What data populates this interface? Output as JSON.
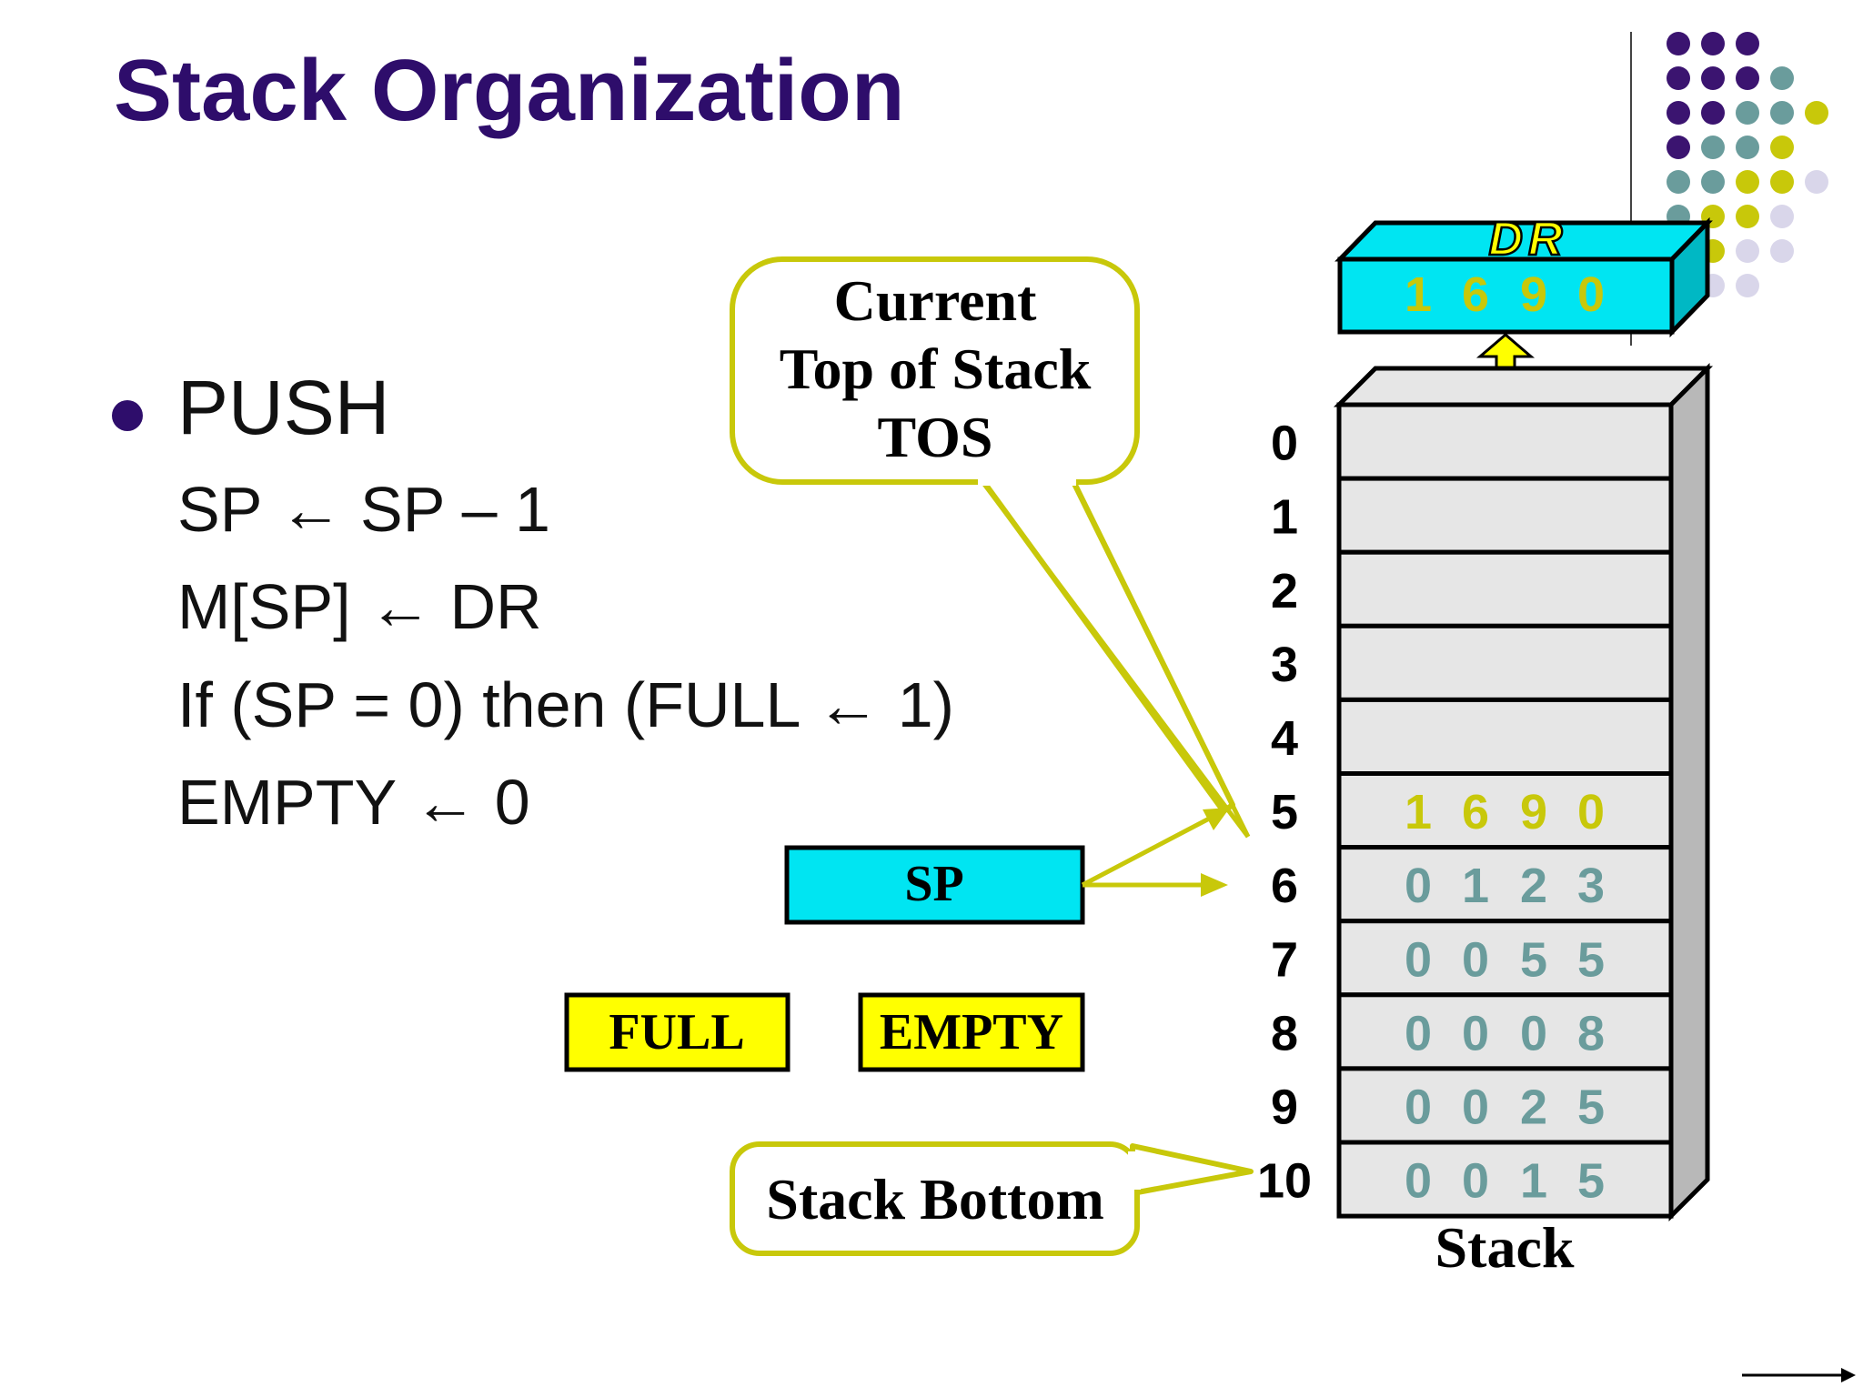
{
  "title": "Stack Organization",
  "bullet": {
    "heading": "PUSH",
    "lines": [
      "SP ← SP – 1",
      "M[SP] ← DR",
      "If (SP = 0) then (FULL ← 1)",
      "EMPTY ← 0"
    ]
  },
  "callouts": {
    "tos": [
      "Current",
      "Top of Stack",
      "TOS"
    ],
    "bottom": "Stack Bottom"
  },
  "registers": {
    "dr_label": "DR",
    "dr_value": [
      "1",
      "6",
      "9",
      "0"
    ],
    "sp_label": "SP",
    "full_label": "FULL",
    "empty_label": "EMPTY"
  },
  "stack": {
    "caption": "Stack",
    "rows": [
      {
        "address": "0",
        "digits": [
          "",
          "",
          "",
          ""
        ]
      },
      {
        "address": "1",
        "digits": [
          "",
          "",
          "",
          ""
        ]
      },
      {
        "address": "2",
        "digits": [
          "",
          "",
          "",
          ""
        ]
      },
      {
        "address": "3",
        "digits": [
          "",
          "",
          "",
          ""
        ]
      },
      {
        "address": "4",
        "digits": [
          "",
          "",
          "",
          ""
        ]
      },
      {
        "address": "5",
        "digits": [
          "1",
          "6",
          "9",
          "0"
        ],
        "highlight": true
      },
      {
        "address": "6",
        "digits": [
          "0",
          "1",
          "2",
          "3"
        ]
      },
      {
        "address": "7",
        "digits": [
          "0",
          "0",
          "5",
          "5"
        ]
      },
      {
        "address": "8",
        "digits": [
          "0",
          "0",
          "0",
          "8"
        ]
      },
      {
        "address": "9",
        "digits": [
          "0",
          "0",
          "2",
          "5"
        ]
      },
      {
        "address": "10",
        "digits": [
          "0",
          "0",
          "1",
          "5"
        ]
      }
    ]
  },
  "colors": {
    "title": "#2e0d6b",
    "cyan": "#00e5f2",
    "yellow": "#ffff00",
    "olive": "#c8c80a",
    "teal": "#6a9c9c",
    "cell": "#e6e6e6",
    "side": "#b8b8b8"
  }
}
